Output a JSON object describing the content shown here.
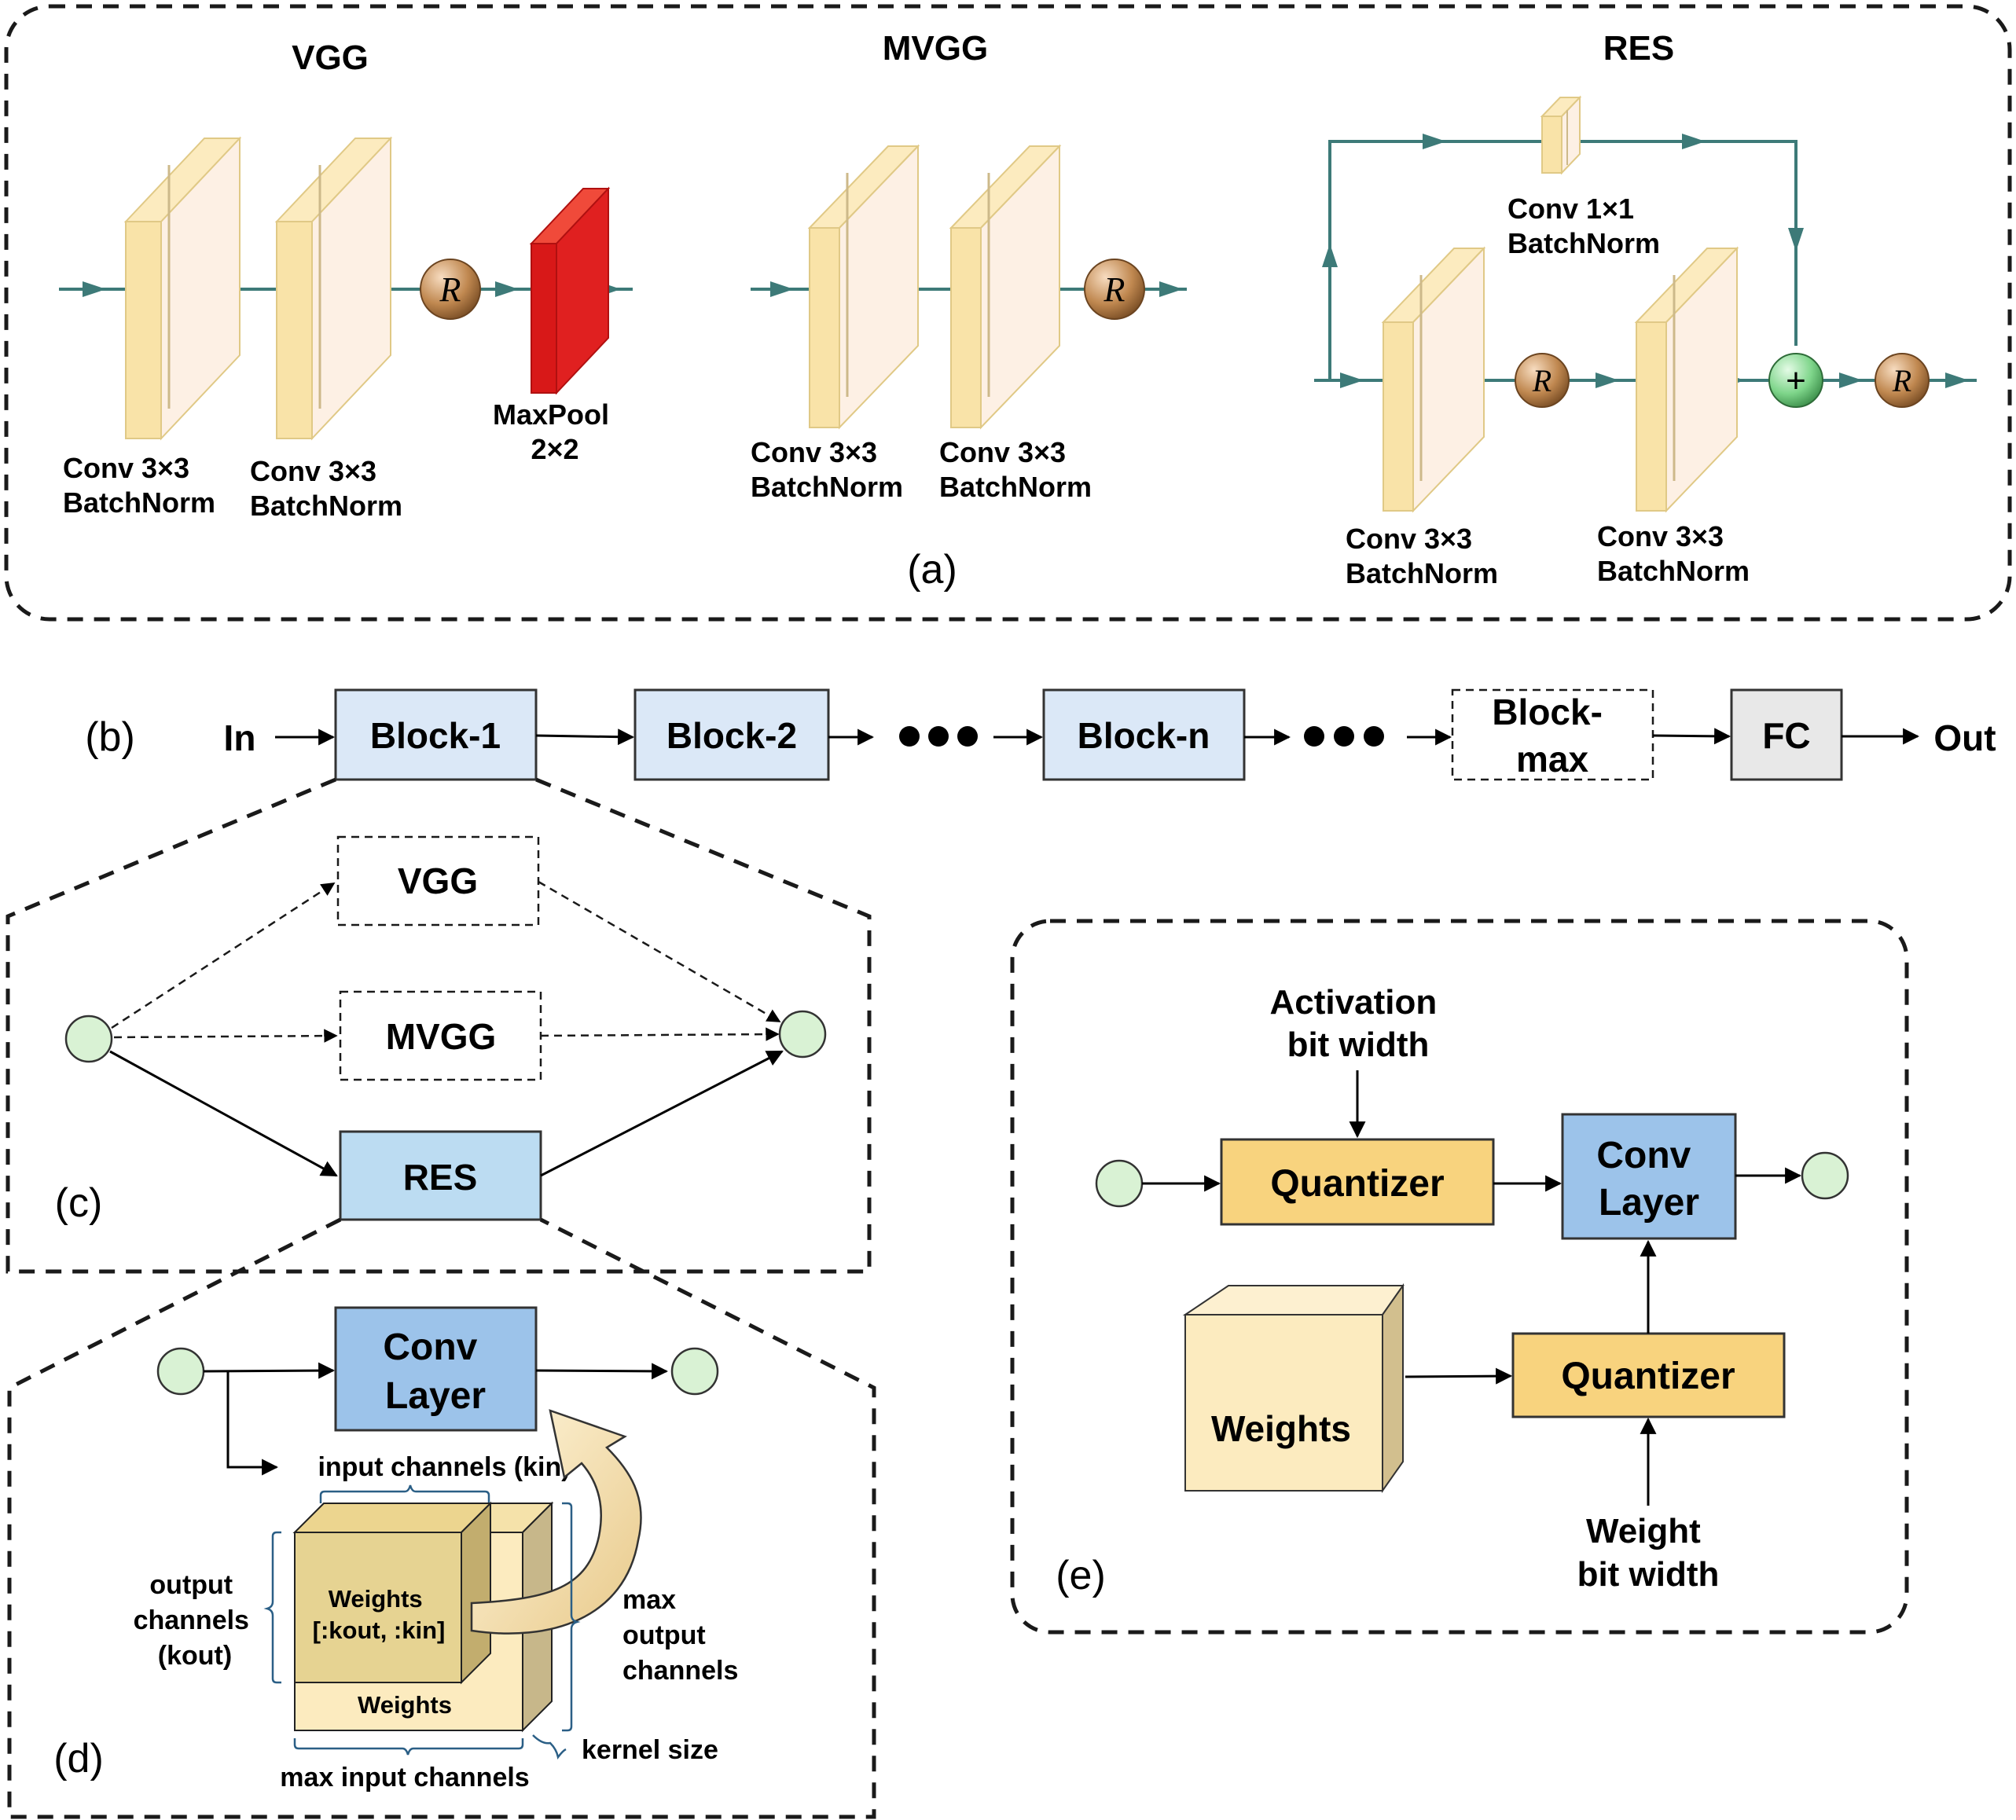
{
  "panel_a": {
    "label": "(a)",
    "vgg": {
      "title": "VGG",
      "conv1": [
        "Conv 3×3",
        "BatchNorm"
      ],
      "conv2": [
        "Conv 3×3",
        "BatchNorm"
      ],
      "maxpool": [
        "MaxPool",
        "2×2"
      ]
    },
    "mvgg": {
      "title": "MVGG",
      "conv1": [
        "Conv 3×3",
        "BatchNorm"
      ],
      "conv2": [
        "Conv 3×3",
        "BatchNorm"
      ]
    },
    "res": {
      "title": "RES",
      "shortcut": [
        "Conv 1×1",
        "BatchNorm"
      ],
      "conv1": [
        "Conv 3×3",
        "BatchNorm"
      ],
      "conv2": [
        "Conv 3×3",
        "BatchNorm"
      ]
    },
    "relu_symbol": "R",
    "add_symbol": "+"
  },
  "panel_b": {
    "label": "(b)",
    "input": "In",
    "output": "Out",
    "blocks": [
      "Block-1",
      "Block-2",
      "Block-n",
      "Block-max",
      "FC"
    ],
    "block_max_lines": [
      "Block-",
      "max"
    ]
  },
  "panel_c": {
    "label": "(c)",
    "options": [
      "VGG",
      "MVGG",
      "RES"
    ]
  },
  "panel_d": {
    "label": "(d)",
    "conv_layer": [
      "Conv",
      "Layer"
    ],
    "input_channels": "input channels (kin)",
    "output_channels": [
      "output",
      "channels",
      "(kout)"
    ],
    "weights_slice": [
      "Weights",
      "[:kout, :kin]"
    ],
    "weights": "Weights",
    "max_output_channels": [
      "max",
      "output",
      "channels"
    ],
    "kernel_size": "kernel size",
    "max_input_channels": "max input channels"
  },
  "panel_e": {
    "label": "(e)",
    "activation_bit_width": [
      "Activation",
      "bit width"
    ],
    "quantizer_top": "Quantizer",
    "conv_layer": [
      "Conv",
      "Layer"
    ],
    "weights": "Weights",
    "quantizer_bottom": "Quantizer",
    "weight_bit_width": [
      "Weight",
      "bit width"
    ]
  },
  "colors": {
    "conv_front": "#fdf0e4",
    "conv_side": "#f9e3a8",
    "maxpool": "#e02020",
    "relu_ball": "#c08850",
    "add_ball": "#7ed58a",
    "node": "#d9f2d4",
    "block_fill": "#dbe8f7",
    "res_fill": "#bcdcf2",
    "conv_layer_fill": "#9cc3ea",
    "quantizer_fill": "#f8d37e",
    "weights_fill": "#fcebbf",
    "fc_fill": "#e8e8e8",
    "flow_line": "#3d7a78"
  }
}
